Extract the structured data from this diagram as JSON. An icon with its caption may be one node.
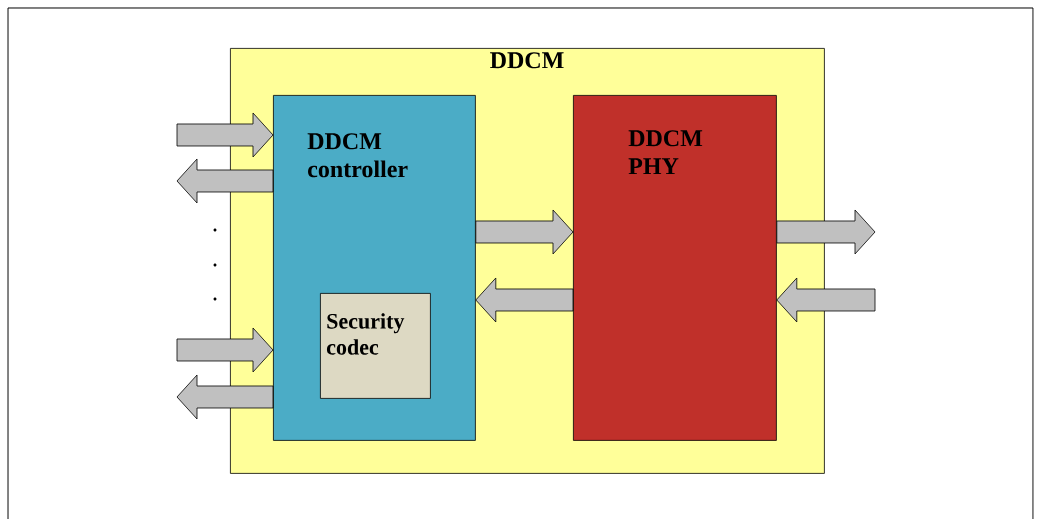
{
  "diagram": {
    "nodes": [
      {
        "text": [
          "DDCM"
        ]
      },
      {
        "text": [
          "DDCM controller"
        ],
        "in": 0
      },
      {
        "text": [
          "Security codec"
        ],
        "in": 1
      },
      {
        "text": [
          "DDCM PHY"
        ],
        "in": 0
      }
    ],
    "edges": [
      {
        "from": null,
        "to": 1,
        "arrow": "to"
      },
      {
        "from": 1,
        "to": null,
        "arrow": "to"
      },
      {
        "from": null,
        "to": 1,
        "arrow": "to"
      },
      {
        "from": 1,
        "to": null,
        "arrow": "to"
      },
      {
        "from": 1,
        "to": 3,
        "arrow": "to"
      },
      {
        "from": 3,
        "to": 1,
        "arrow": "to"
      },
      {
        "from": 3,
        "to": null,
        "arrow": "to"
      },
      {
        "from": null,
        "to": 3,
        "arrow": "to"
      }
    ]
  }
}
